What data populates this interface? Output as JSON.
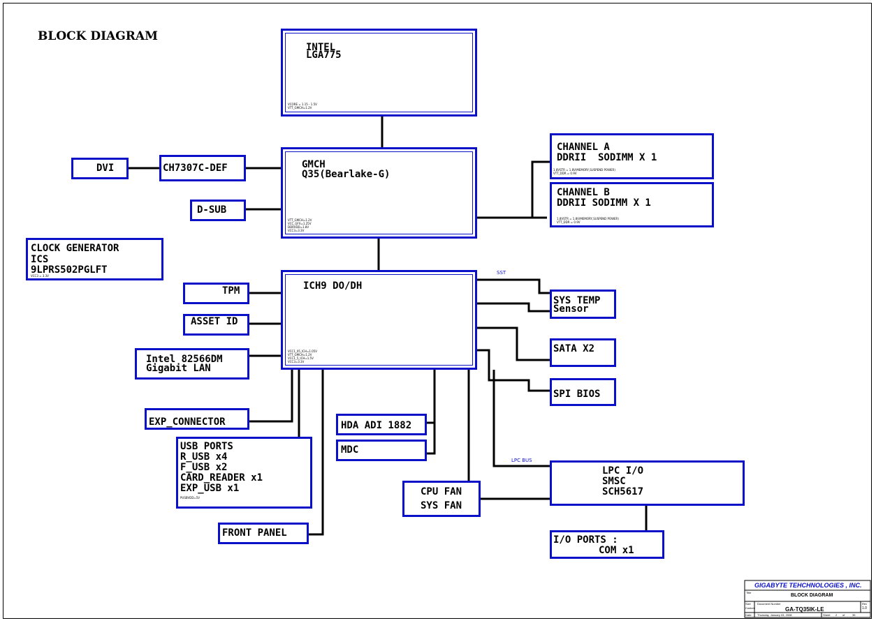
{
  "title": "BLOCK DIAGRAM",
  "blocks": {
    "cpu": {
      "line1": "INTEL",
      "line2": "LGA775",
      "vnote": "VCORE = 1.15 - 1.5V\nVTT_GMCH=1.2V"
    },
    "gmch": {
      "line1": "GMCH",
      "line2": "Q35(Bearlake-G)",
      "vnote": "VTT_GMCH=1.2V\nVCC_GFX=1.25V\nDDRVDD=1.8V\nVCC3=3.3V"
    },
    "ich9": {
      "line1": "ICH9 DO/DH",
      "vnote": "VCC1_05_ICH=1.05V\nVTT_GMCH=1.2V\nVCC1_5_ICH=1.5V\nVCC3=3.3V"
    },
    "dvi": "DVI",
    "ch7307": "CH7307C-DEF",
    "dsub": "D-SUB",
    "channel_a": {
      "line1": "CHANNEL A",
      "line2": "DDRII  SODIMM X 1",
      "vnote": "1.8VSTR = 1.8V(MEMORY,SUSPEND POWER)\nVTT_DDR = 0.9V"
    },
    "channel_b": {
      "line1": "CHANNEL B",
      "line2": "DDRII SODIMM X 1",
      "vnote": "1.8VSTR = 1.8V(MEMORY,SUSPEND POWER)\nVTT_DDR = 0.9V"
    },
    "clock": {
      "line1": "CLOCK GENERATOR",
      "line2": "ICS",
      "line3": "9LPRS502PGLFT",
      "vnote": "VCC3 = 3.3V"
    },
    "tpm": "TPM",
    "asset_id": "ASSET ID",
    "lan": {
      "line1": "Intel 82566DM",
      "line2": "Gigabit LAN"
    },
    "exp_connector": "EXP_CONNECTOR",
    "usb": {
      "line1": "USB PORTS",
      "line2": "R_USB x4",
      "line3": "F_USB x2",
      "line4": "CARD_READER x1",
      "line5": "EXP_USB x1",
      "vnote": "PUSBVDD=5V"
    },
    "front_panel": "FRONT PANEL",
    "hda": "HDA ADI 1882",
    "mdc": "MDC",
    "fan": {
      "line1": "CPU FAN",
      "line2": "SYS FAN"
    },
    "sys_temp": {
      "line1": "SYS TEMP",
      "line2": "Sensor"
    },
    "sata": "SATA X2",
    "spi": "SPI BIOS",
    "lpc_io": {
      "line1": "LPC I/O",
      "line2": "SMSC",
      "line3": "SCH5617"
    },
    "io_ports": {
      "line1": "I/O PORTS :",
      "line2": "COM x1"
    }
  },
  "bus_labels": {
    "sst": "SST",
    "lpc": "LPC BUS"
  },
  "title_block": {
    "company": "GIGABYTE TEHCHNOLOGIES , INC.",
    "title_hdr": "Title",
    "title": "BLOCK DIAGRAM",
    "size_hdr": "Size",
    "size": "Custom",
    "docnum_hdr": "Document Number",
    "docnum": "GA-TQ35IK-LE",
    "rev_hdr": "Rev",
    "rev": "1.0",
    "date_hdr": "Date:",
    "date": "Thursday, January 03, 2008",
    "sheet_hdr": "Sheet",
    "sheet": "2",
    "of": "of",
    "total": "35"
  },
  "colors": {
    "box": "#0a10c8",
    "wire": "#000000",
    "company": "#0a10c8"
  }
}
